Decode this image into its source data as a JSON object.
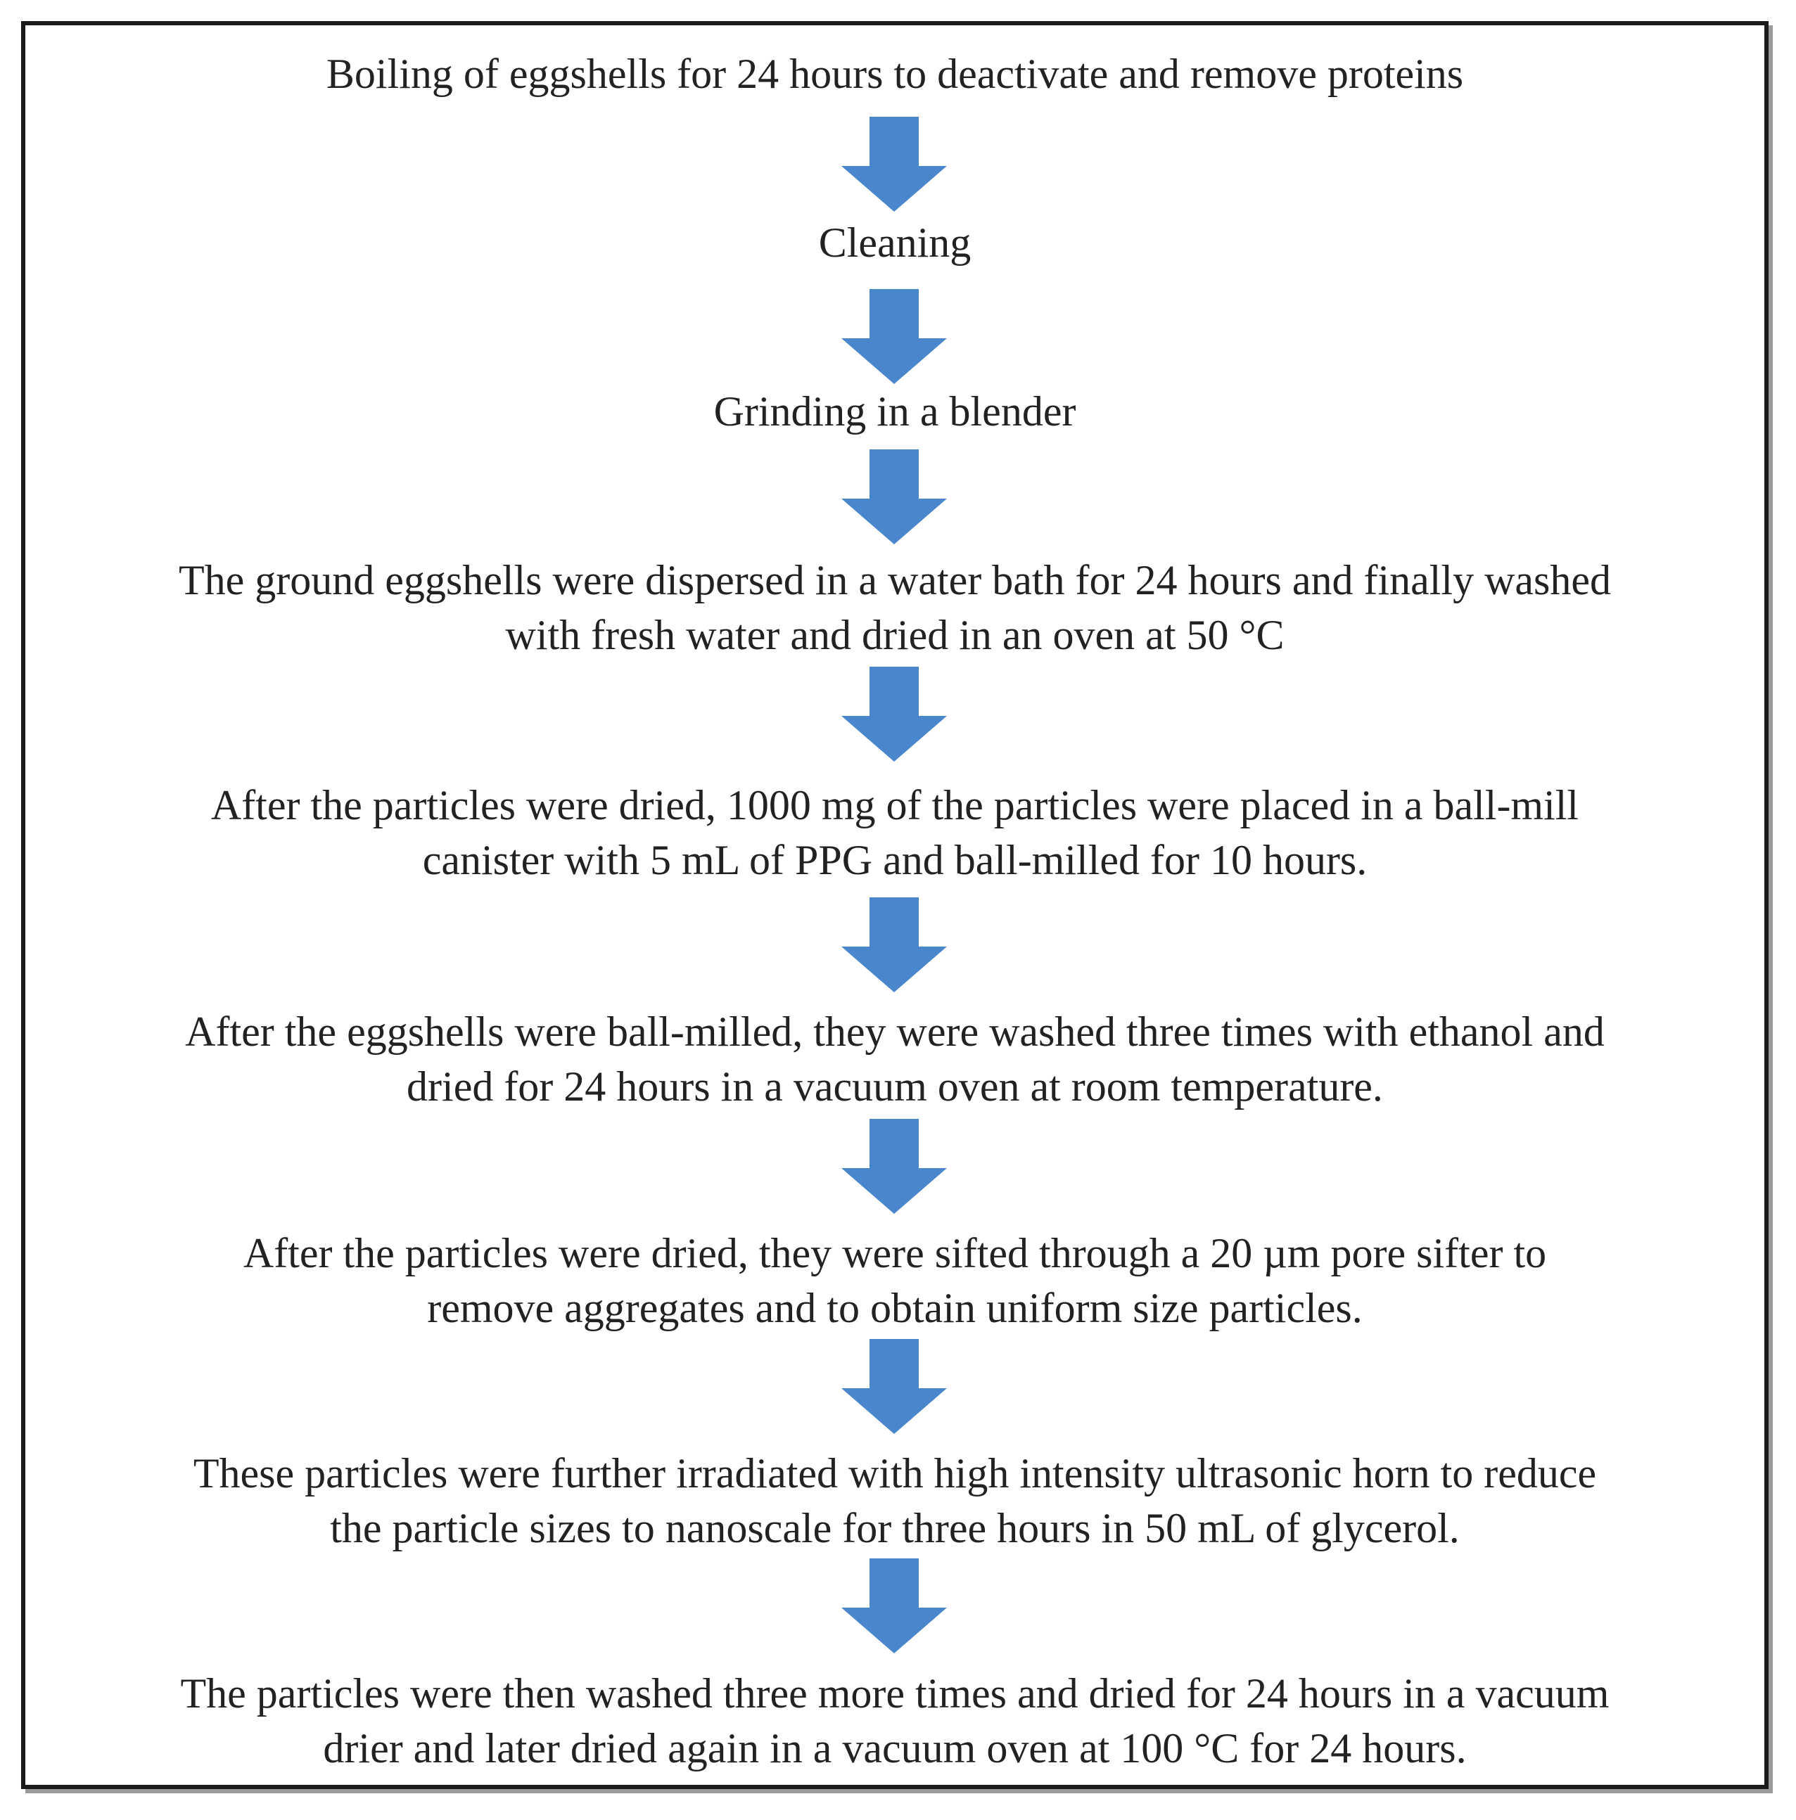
{
  "flowchart": {
    "steps": [
      "Boiling of eggshells for 24 hours to deactivate and remove proteins",
      "Cleaning",
      "Grinding in a blender",
      "The ground eggshells were dispersed in a water bath for 24 hours and finally washed\nwith fresh water and dried in an oven at 50 °C",
      "After the particles were dried, 1000 mg of the particles were placed in a ball-mill\ncanister with 5 mL of PPG and ball-milled for 10 hours.",
      "After the eggshells were ball-milled, they were washed three times with ethanol and\ndried for 24 hours in a vacuum oven at room temperature.",
      "After the particles were dried, they were sifted through a 20 µm pore sifter to\nremove aggregates and to obtain uniform size particles.",
      "These particles were further irradiated with high intensity ultrasonic horn to reduce\nthe particle sizes to nanoscale for three hours in 50 mL of glycerol.",
      "The particles were then washed three more times and dried for 24 hours in a vacuum\ndrier and later dried again in a vacuum oven at 100 °C for 24 hours."
    ],
    "arrow_color": "#4a86cc"
  }
}
